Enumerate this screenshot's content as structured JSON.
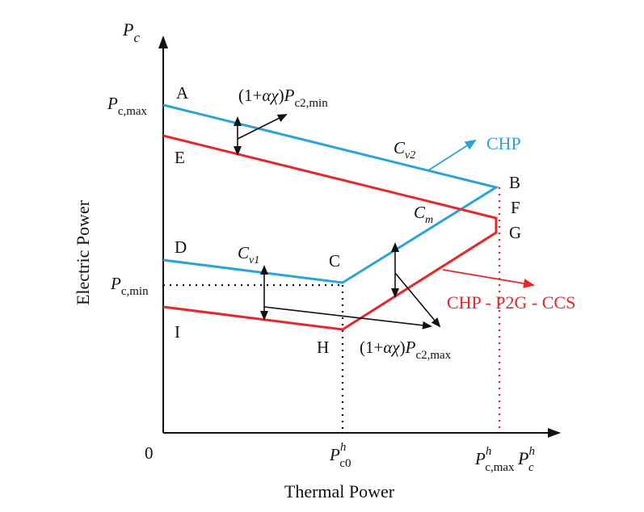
{
  "colors": {
    "chp": "#2aa3d6",
    "p2g": "#e8262a",
    "axis": "#111111"
  },
  "axes": {
    "y_symbol": "P",
    "y_symbol_sub": "c",
    "x_symbol": "P",
    "x_symbol_sub": "c",
    "x_symbol_sup": "h",
    "origin": "0",
    "ylabel": "Electric Power",
    "xlabel": "Thermal Power"
  },
  "ticks": {
    "pc_max": {
      "base": "P",
      "sub": "c,max"
    },
    "pc_min": {
      "base": "P",
      "sub": "c,min"
    },
    "pc0_h": {
      "base": "P",
      "sub": "c0",
      "sup": "h"
    },
    "pcmax_h": {
      "base": "P",
      "sub": "c,max",
      "sup": "h"
    }
  },
  "points": {
    "A": "A",
    "B": "B",
    "C": "C",
    "D": "D",
    "E": "E",
    "F": "F",
    "G": "G",
    "H": "H",
    "I": "I"
  },
  "curves": {
    "cv2": {
      "base": "C",
      "sub": "v2"
    },
    "cv1": {
      "base": "C",
      "sub": "v1"
    },
    "cm": {
      "base": "C",
      "sub": "m"
    }
  },
  "annotations": {
    "top_offset": {
      "prefix": "(1+",
      "alpha": "α",
      "chi": "χ",
      "close": ")",
      "base": "P",
      "sub": "c2,min"
    },
    "bottom_offset": {
      "prefix": "(1+",
      "alpha": "α",
      "chi": "χ",
      "close": ")",
      "base": "P",
      "sub": "c2,max"
    },
    "chp_label": "CHP",
    "p2g_label": "CHP - P2G - CCS"
  }
}
